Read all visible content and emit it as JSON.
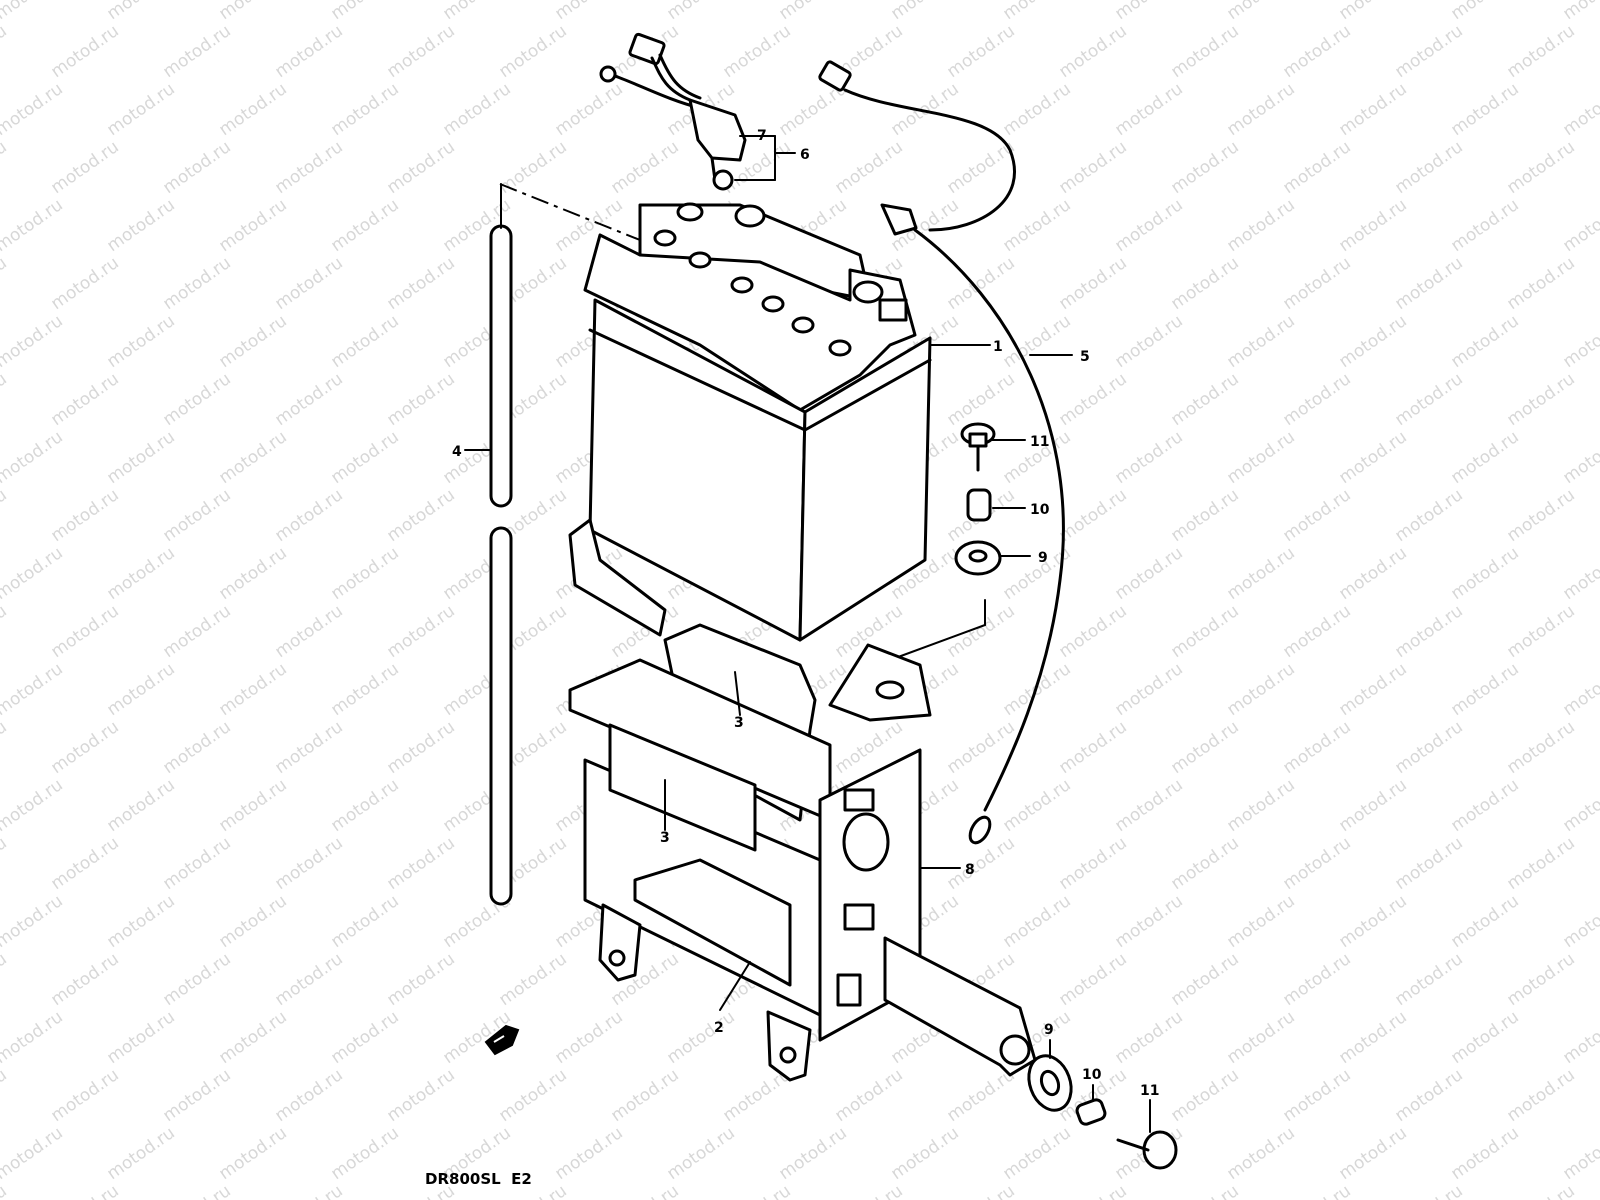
{
  "watermark": "motod.ru",
  "model_label": "DR800SL  E2",
  "callouts": [
    {
      "id": "c1",
      "text": "1"
    },
    {
      "id": "c2",
      "text": "2"
    },
    {
      "id": "c3a",
      "text": "3"
    },
    {
      "id": "c3b",
      "text": "3"
    },
    {
      "id": "c4",
      "text": "4"
    },
    {
      "id": "c5",
      "text": "5"
    },
    {
      "id": "c6",
      "text": "6"
    },
    {
      "id": "c7",
      "text": "7"
    },
    {
      "id": "c8",
      "text": "8"
    },
    {
      "id": "c9a",
      "text": "9"
    },
    {
      "id": "c9b",
      "text": "9"
    },
    {
      "id": "c10a",
      "text": "10"
    },
    {
      "id": "c10b",
      "text": "10"
    },
    {
      "id": "c11a",
      "text": "11"
    },
    {
      "id": "c11b",
      "text": "11"
    }
  ],
  "colors": {
    "line": "#000000",
    "background": "#ffffff",
    "watermark": "#b8b8b8"
  }
}
